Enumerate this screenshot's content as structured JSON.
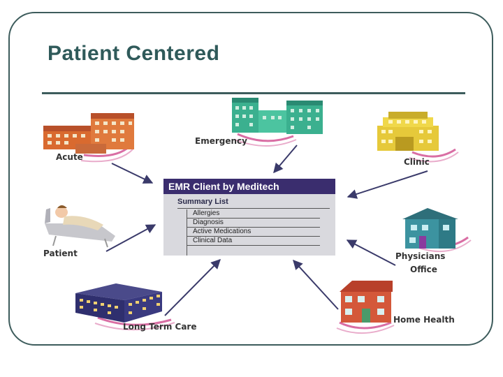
{
  "slide": {
    "title": "Patient Centered"
  },
  "emr": {
    "header": "EMR Client by Meditech",
    "summary_label": "Summary List",
    "items": [
      "Allergies",
      "Diagnosis",
      "Active Medications",
      "Clinical Data"
    ]
  },
  "nodes": {
    "acute": "Acute",
    "emergency": "Emergency",
    "clinic": "Clinic",
    "patient": "Patient",
    "physicians_line1": "Physicians",
    "physicians_line2": "Office",
    "long_term_care": "Long Term Care",
    "home_health": "Home Health"
  },
  "colors": {
    "title": "#2f5a5a",
    "frame": "#3d5c5c",
    "emr_header": "#3a2d6e",
    "emr_panel": "#d9d9de",
    "arrow": "#3a3a6a",
    "signal": "#c9307e"
  }
}
